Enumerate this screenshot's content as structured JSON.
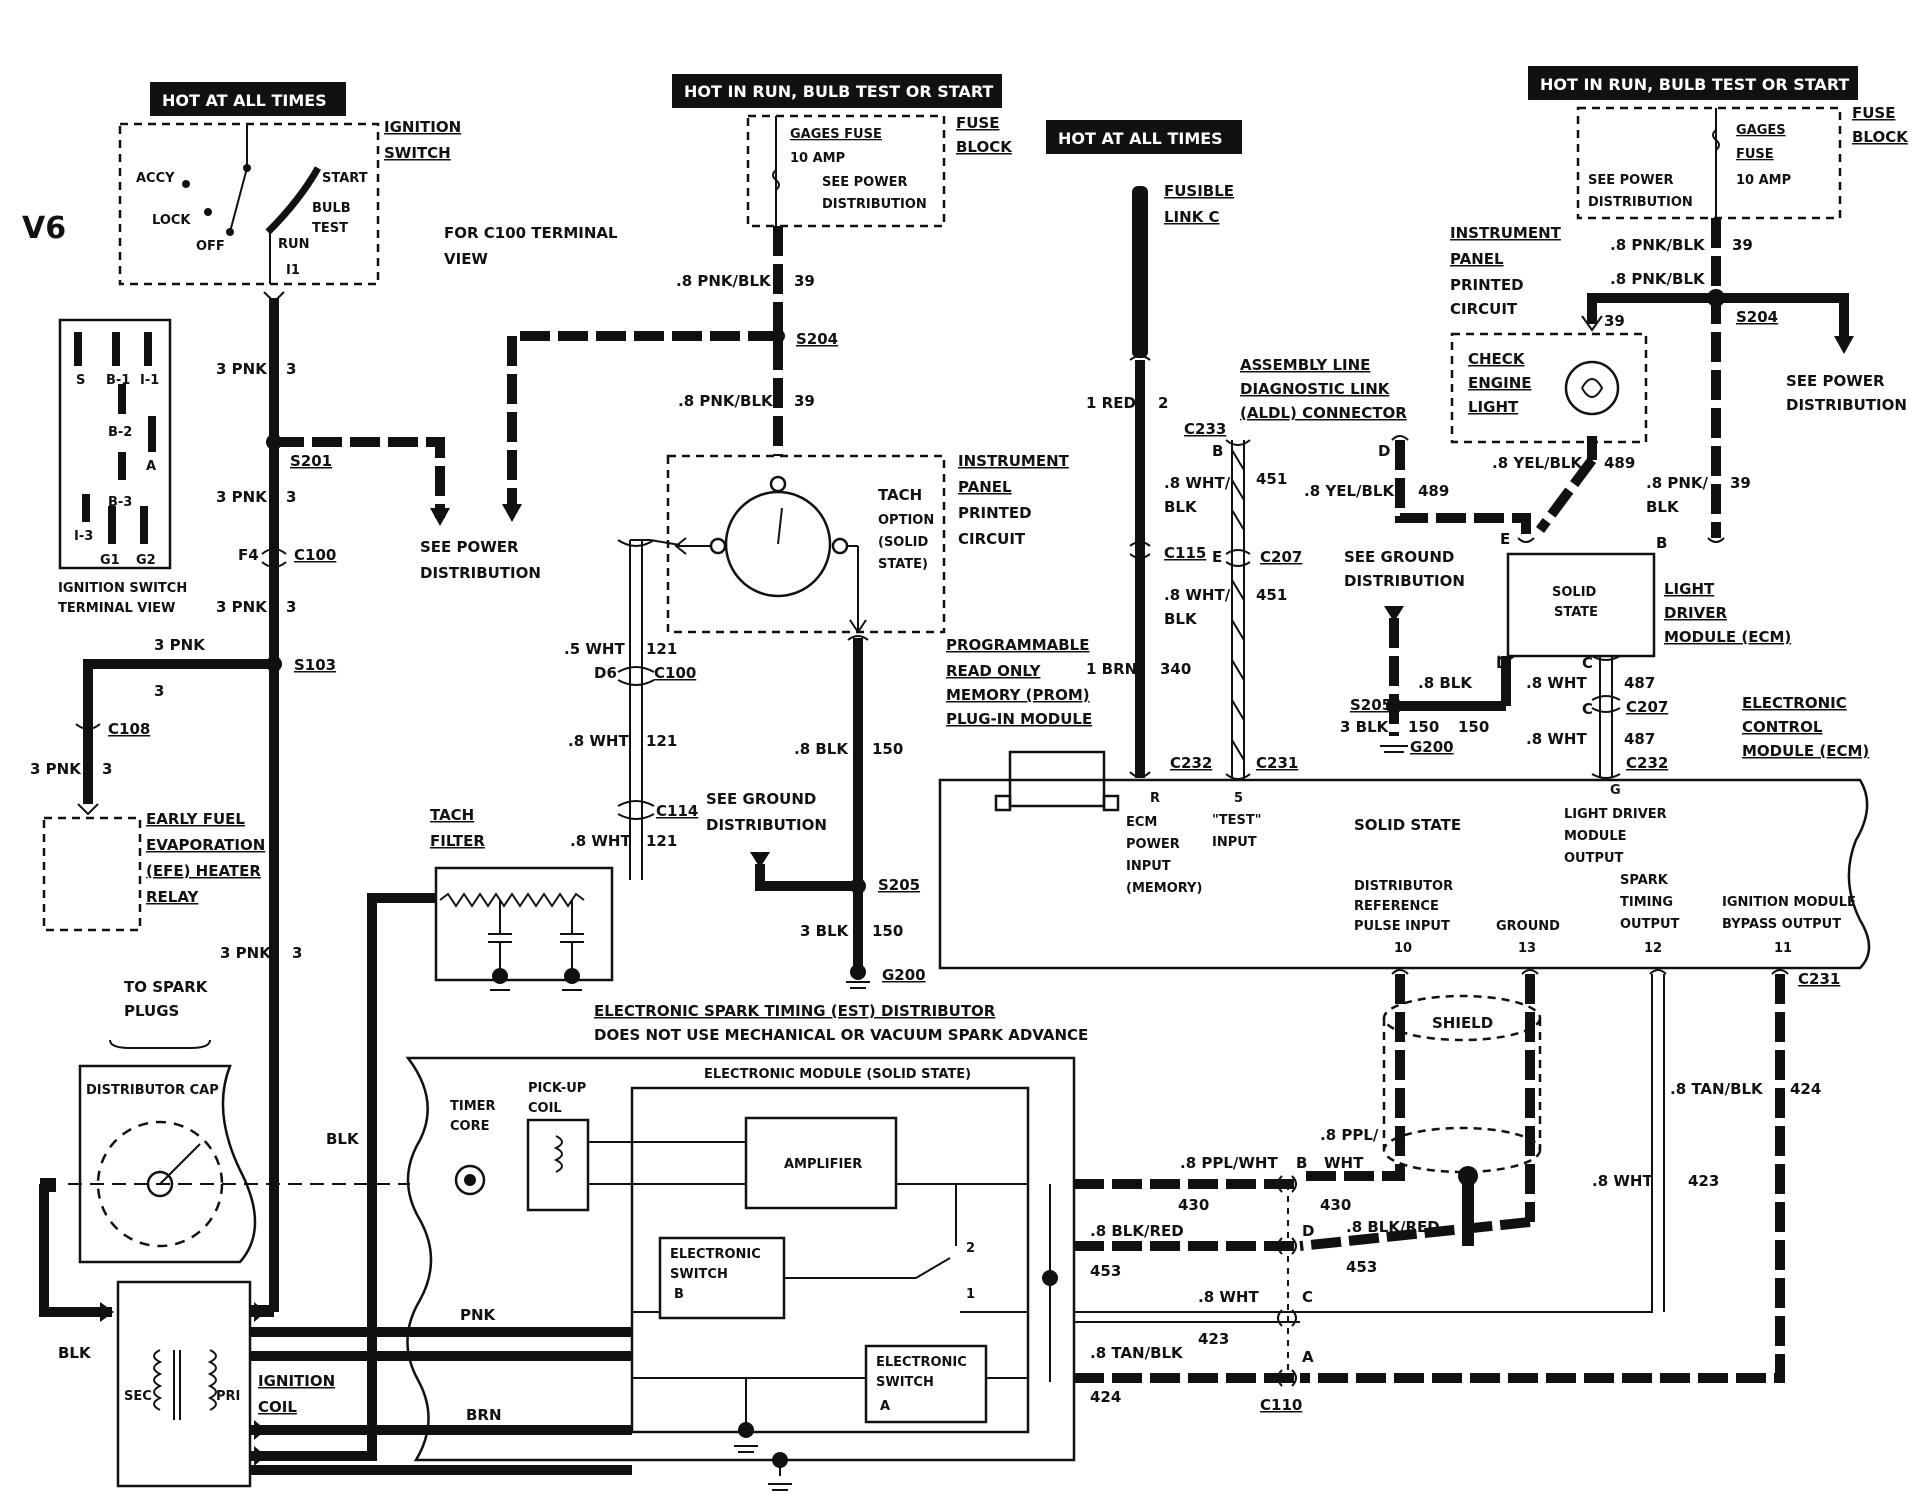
{
  "engine": "V6",
  "banners": {
    "hot_all_times_1": "HOT AT ALL TIMES",
    "hot_run_1": "HOT IN RUN,  BULB TEST OR START",
    "hot_all_times_2": "HOT AT ALL TIMES",
    "hot_run_2": "HOT IN RUN,  BULB TEST OR START"
  },
  "ignition_switch": {
    "title_1": "IGNITION",
    "title_2": "SWITCH",
    "accy": "ACCY",
    "lock": "LOCK",
    "off": "OFF",
    "run": "RUN",
    "start": "START",
    "bulb": "BULB",
    "test": "TEST",
    "i1": "I1",
    "terminal_title_1": "IGNITION SWITCH",
    "terminal_title_2": "TERMINAL VIEW",
    "terminals": {
      "s": "S",
      "b1": "B-1",
      "i1": "I-1",
      "b2": "B-2",
      "a": "A",
      "b3": "B-3",
      "i3": "I-3",
      "g1": "G1",
      "g2": "G2"
    }
  },
  "c100_note_1": "FOR C100 TERMINAL",
  "c100_note_2": "VIEW",
  "fuse_block_1": {
    "fuse": "GAGES FUSE",
    "amp": "10 AMP",
    "see_1": "SEE POWER",
    "see_2": "DISTRIBUTION",
    "title_1": "FUSE",
    "title_2": "BLOCK"
  },
  "fuse_block_2": {
    "fuse_1": "GAGES",
    "fuse_2": "FUSE",
    "amp": "10 AMP",
    "see_1": "SEE POWER",
    "see_2": "DISTRIBUTION",
    "title_1": "FUSE",
    "title_2": "BLOCK"
  },
  "left_wires": {
    "w1": "3 PNK",
    "n1": "3",
    "s201": "S201",
    "w2": "3 PNK",
    "n2": "3",
    "f4": "F4",
    "c100": "C100",
    "w3": "3 PNK",
    "n3": "3",
    "s103": "S103",
    "w4": "3 PNK",
    "n4": "3",
    "c108": "C108",
    "w5": "3 PNK",
    "n5": "3",
    "w6": "3 PNK",
    "n6": "3"
  },
  "see_power_1_line1": "SEE POWER",
  "see_power_1_line2": "DISTRIBUTION",
  "efe": {
    "l1": "EARLY FUEL",
    "l2": "EVAPORATION",
    "l3": "(EFE) HEATER",
    "l4": "RELAY"
  },
  "tach_wires": {
    "w1": ".8 PNK/BLK",
    "n1": "39",
    "s204": "S204",
    "w2": ".8 PNK/BLK",
    "n2": "39",
    "w3": ".5 WHT",
    "n3": "121",
    "d6": "D6",
    "c100": "C100",
    "w4": ".8 WHT",
    "n4": "121",
    "c114": "C114",
    "w5": ".8 WHT",
    "n5": "121",
    "w6": ".8 BLK",
    "n6": "150",
    "s205": "S205",
    "w7": "3 BLK",
    "n7": "150",
    "g200": "G200"
  },
  "tach": {
    "l1": "TACH",
    "l2": "OPTION",
    "l3": "(SOLID",
    "l4": "STATE)"
  },
  "instrument_panel": {
    "l1": "INSTRUMENT",
    "l2": "PANEL",
    "l3": "PRINTED",
    "l4": "CIRCUIT"
  },
  "tach_filter": {
    "l1": "TACH",
    "l2": "FILTER"
  },
  "see_ground_1_line1": "SEE GROUND",
  "see_ground_1_line2": "DISTRIBUTION",
  "prom": {
    "l1": "PROGRAMMABLE",
    "l2": "READ ONLY",
    "l3": "MEMORY (PROM)",
    "l4": "PLUG-IN MODULE"
  },
  "fusible": {
    "l1": "FUSIBLE",
    "l2": "LINK C",
    "w1": "1 RED",
    "n1": "2",
    "c115": "C115",
    "w2": "1 BRN",
    "n2": "340",
    "c232": "C232"
  },
  "aldl": {
    "l1": "ASSEMBLY LINE",
    "l2": "DIAGNOSTIC LINK",
    "l3": "(ALDL) CONNECTOR",
    "c233": "C233",
    "b": "B",
    "w1": ".8 WHT/",
    "w1b": "BLK",
    "n1": "451",
    "e": "E",
    "c207": "C207",
    "w2": ".8 WHT/",
    "w2b": "BLK",
    "n2": "451",
    "c231": "C231",
    "d": "D"
  },
  "right_panel": {
    "l1": "INSTRUMENT",
    "l2": "PANEL",
    "l3": "PRINTED",
    "l4": "CIRCUIT"
  },
  "right_wires": {
    "w1": ".8 PNK/BLK",
    "n1": "39",
    "w2": ".8 PNK/BLK",
    "s204": "S204",
    "n_cel": "39",
    "see_1": "SEE POWER",
    "see_2": "DISTRIBUTION",
    "w3": ".8 YEL/BLK",
    "n3": "489",
    "w4": ".8 YEL/BLK",
    "n4": "489",
    "w5": ".8 PNK/",
    "w5b": "BLK",
    "n5": "39",
    "b": "B",
    "e": "E",
    "d": "D",
    "c": "C",
    "w6": ".8 BLK",
    "w7": ".8 WHT",
    "n7": "487",
    "c_2": "C",
    "c207": "C207",
    "w8": ".8 WHT",
    "n8": "487",
    "c232": "C232",
    "s205": "S205",
    "w9": "3 BLK",
    "n9": "150",
    "n10": "150",
    "g200": "G200"
  },
  "cel": {
    "l1": "CHECK",
    "l2": "ENGINE",
    "l3": "LIGHT"
  },
  "see_ground_2_line1": "SEE GROUND",
  "see_ground_2_line2": "DISTRIBUTION",
  "light_driver": {
    "box_1": "SOLID",
    "box_2": "STATE",
    "l1": "LIGHT",
    "l2": "DRIVER",
    "l3": "MODULE (ECM)"
  },
  "ecm": {
    "title_1": "ELECTRONIC",
    "title_2": "CONTROL",
    "title_3": "MODULE (ECM)",
    "solid_state": "SOLID STATE",
    "r": "R",
    "r1": "ECM",
    "r2": "POWER",
    "r3": "INPUT",
    "r4": "(MEMORY)",
    "five": "5",
    "test_1": "\"TEST\"",
    "test_2": "INPUT",
    "g": "G",
    "g1": "LIGHT DRIVER",
    "g2": "MODULE",
    "g3": "OUTPUT",
    "p10_1": "DISTRIBUTOR",
    "p10_2": "REFERENCE",
    "p10_3": "PULSE INPUT",
    "p10": "10",
    "p13_1": "GROUND",
    "p13": "13",
    "p12_1": "SPARK",
    "p12_2": "TIMING",
    "p12_3": "OUTPUT",
    "p12": "12",
    "p11_1": "IGNITION MODULE",
    "p11_2": "BYPASS OUTPUT",
    "p11": "11",
    "c231": "C231"
  },
  "est": {
    "title_1": "ELECTRONIC SPARK TIMING (EST) DISTRIBUTOR",
    "title_2": "DOES NOT USE MECHANICAL OR VACUUM SPARK ADVANCE",
    "module": "ELECTRONIC MODULE (SOLID STATE)",
    "timer_1": "TIMER",
    "timer_2": "CORE",
    "pickup_1": "PICK-UP",
    "pickup_2": "COIL",
    "amplifier": "AMPLIFIER",
    "esb_1": "ELECTRONIC",
    "esb_2": "SWITCH",
    "esb_3": "B",
    "esa_1": "ELECTRONIC",
    "esa_2": "SWITCH",
    "esa_3": "A",
    "sw2": "2",
    "sw1": "1"
  },
  "shield": "SHIELD",
  "spark": {
    "l1": "TO SPARK",
    "l2": "PLUGS",
    "cap": "DISTRIBUTOR CAP"
  },
  "coil": {
    "sec": "SEC",
    "pri": "PRI",
    "l1": "IGNITION",
    "l2": "COIL",
    "blk_left": "BLK",
    "blk_mid": "BLK",
    "pnk": "PNK",
    "brn": "BRN"
  },
  "bottom_wires": {
    "w1": ".8 PPL/WHT",
    "b": "B",
    "n1": "430",
    "w1r": ".8 PPL/",
    "w1r2": "WHT",
    "n1r": "430",
    "w2": ".8 BLK/RED",
    "d": "D",
    "w2r": ".8 BLK/RED",
    "n2": "453",
    "n2r": "453",
    "w3": ".8 WHT",
    "c": "C",
    "n3": "423",
    "w3r": ".8 WHT",
    "n3r": "423",
    "w4": ".8 TAN/BLK",
    "a": "A",
    "n4": "424",
    "c110": "C110",
    "w4r": ".8 TAN/BLK",
    "n4r": "424"
  }
}
